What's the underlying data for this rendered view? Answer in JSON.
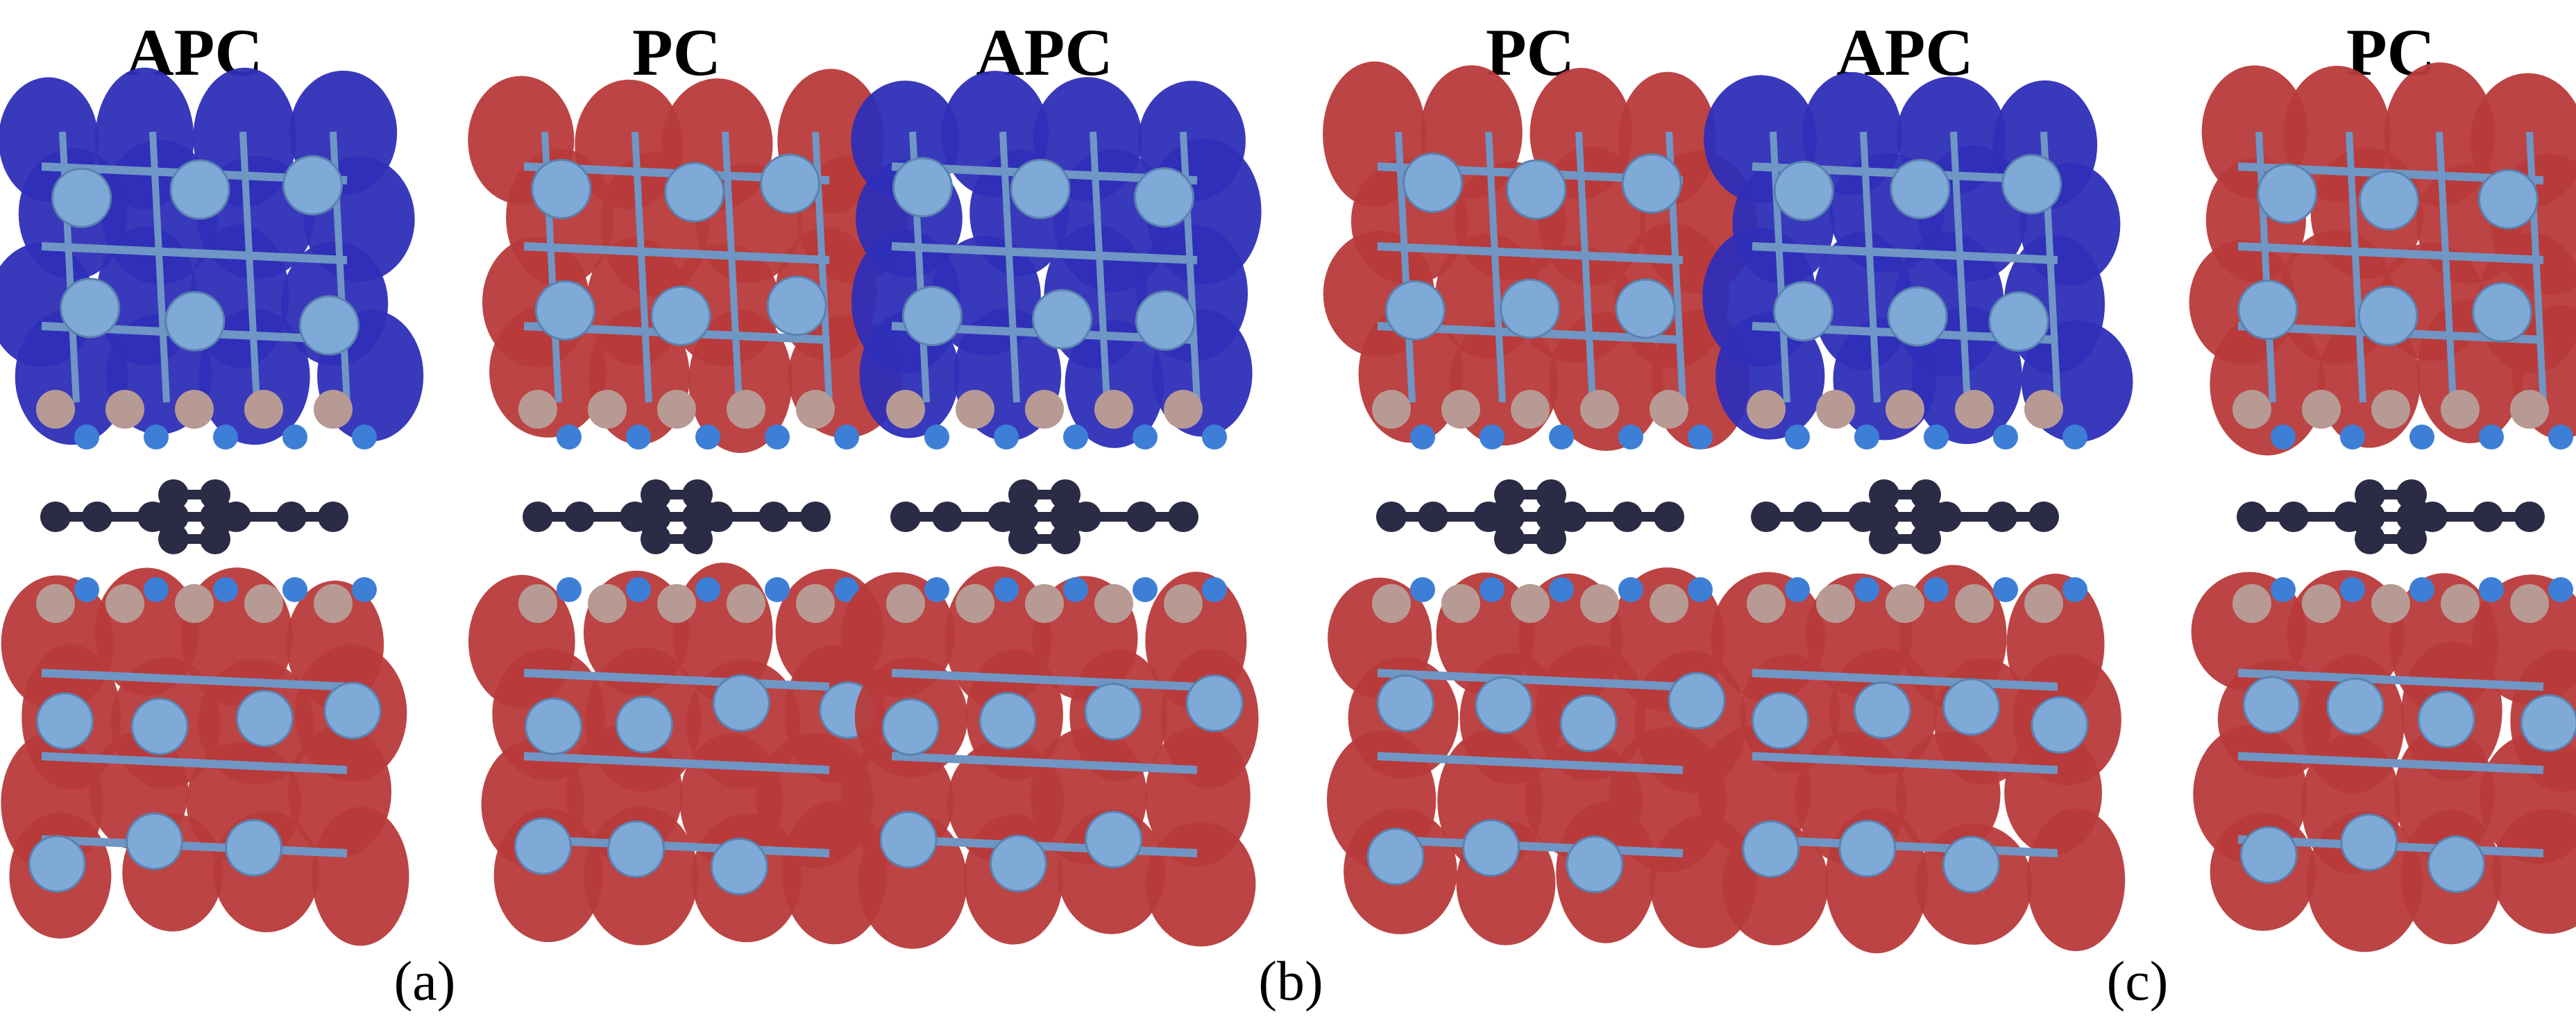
{
  "panels": [
    {
      "caption": "(a)",
      "left": {
        "title": "APC",
        "top_color": "#2e2eb8"
      },
      "right": {
        "title": "PC",
        "top_color": "#b83a3a"
      }
    },
    {
      "caption": "(b)",
      "left": {
        "title": "APC",
        "top_color": "#2e2eb8"
      },
      "right": {
        "title": "PC",
        "top_color": "#b83a3a"
      }
    },
    {
      "caption": "(c)",
      "left": {
        "title": "APC",
        "top_color": "#2e2eb8"
      },
      "right": {
        "title": "PC",
        "top_color": "#b83a3a"
      }
    }
  ],
  "colors": {
    "isosurface_blue": "#2e2eb8",
    "isosurface_red": "#b83a3a",
    "atom_large": "#7fa9d6",
    "atom_small": "#3d7fd6",
    "atom_pink": "#b89a94",
    "carbon_chain": "#2b2b45",
    "bond": "#6f96c4"
  }
}
